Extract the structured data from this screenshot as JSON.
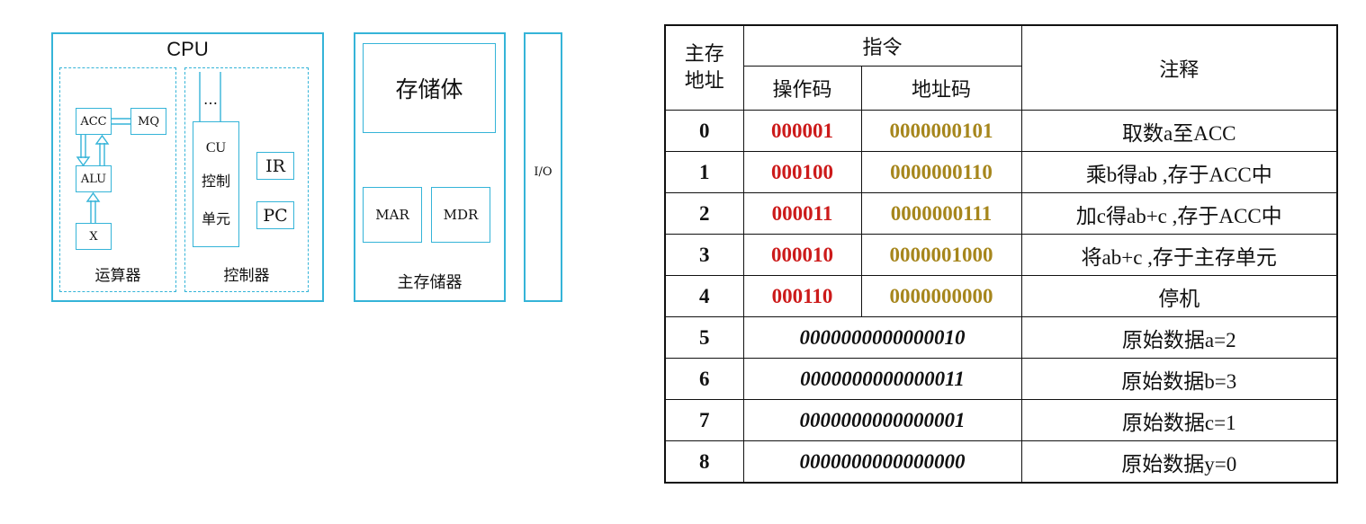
{
  "diagram": {
    "cpu": "CPU",
    "acc": "ACC",
    "mq": "MQ",
    "alu": "ALU",
    "x": "X",
    "arith_unit": "运算器",
    "cu_dots": "…",
    "cu": "CU",
    "cu_line1": "控制",
    "cu_line2": "单元",
    "ir": "IR",
    "pc": "PC",
    "control_unit": "控制器",
    "storage_body": "存储体",
    "mar": "MAR",
    "mdr": "MDR",
    "main_memory": "主存储器",
    "io": "I/O"
  },
  "table": {
    "header": {
      "addr_line1": "主存",
      "addr_line2": "地址",
      "instruction": "指令",
      "opcode": "操作码",
      "address_code": "地址码",
      "comment": "注释"
    },
    "rows": [
      {
        "addr": "0",
        "op": "000001",
        "ad": "0000000101",
        "note": "取数a至ACC"
      },
      {
        "addr": "1",
        "op": "000100",
        "ad": "0000000110",
        "note": "乘b得ab ,存于ACC中"
      },
      {
        "addr": "2",
        "op": "000011",
        "ad": "0000000111",
        "note": "加c得ab+c ,存于ACC中"
      },
      {
        "addr": "3",
        "op": "000010",
        "ad": "0000001000",
        "note": "将ab+c ,存于主存单元"
      },
      {
        "addr": "4",
        "op": "000110",
        "ad": "0000000000",
        "note": "停机"
      },
      {
        "addr": "5",
        "data": "0000000000000010",
        "note": "原始数据a=2"
      },
      {
        "addr": "6",
        "data": "0000000000000011",
        "note": "原始数据b=3"
      },
      {
        "addr": "7",
        "data": "0000000000000001",
        "note": "原始数据c=1"
      },
      {
        "addr": "8",
        "data": "0000000000000000",
        "note": "原始数据y=0"
      }
    ]
  },
  "colors": {
    "diagram_line": "#35b4d8",
    "opcode": "#cc1a1a",
    "address_code": "#a6861c",
    "table_border": "#111111"
  }
}
